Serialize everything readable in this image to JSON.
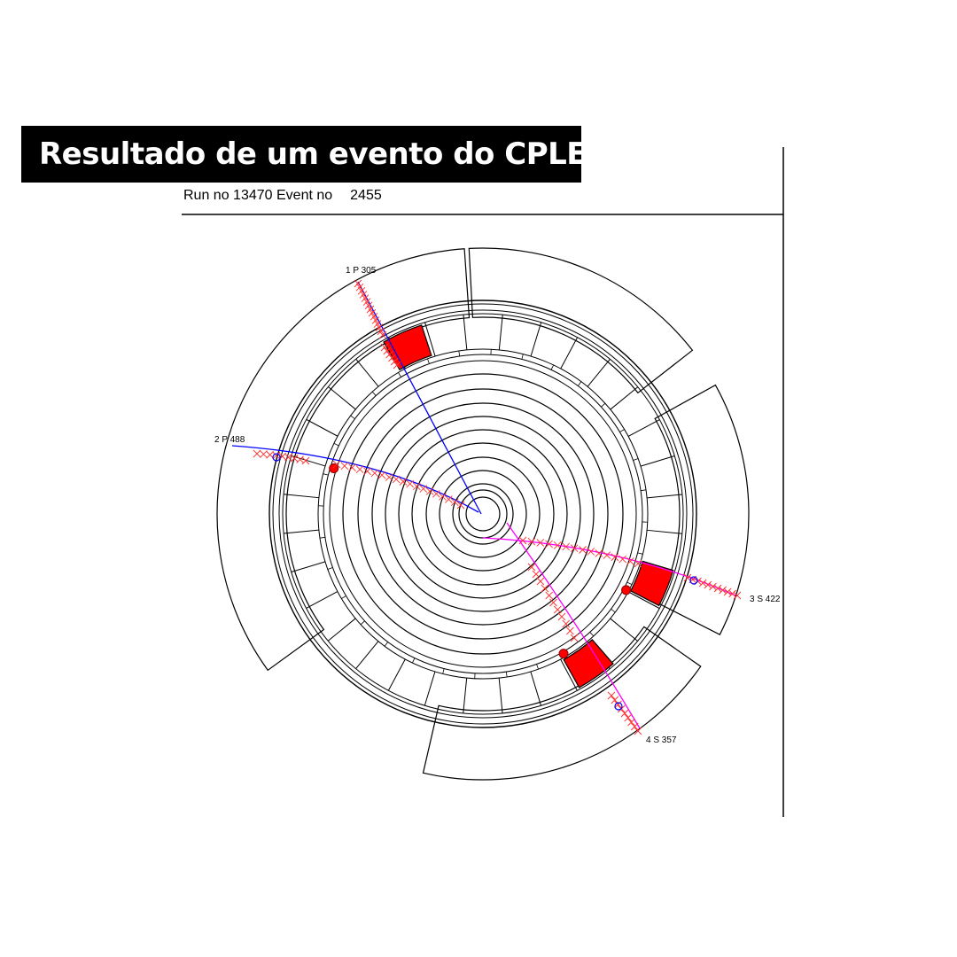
{
  "title": "Resultado de um evento do CPLEAR",
  "run_info": {
    "run_label": "Run no",
    "run_number": "13470",
    "event_label": "Event no",
    "event_number": "2455"
  },
  "tracks": [
    {
      "id": "track-1",
      "label": "1 P 305",
      "color": "#0000ff",
      "angle_deg": 114
    },
    {
      "id": "track-2",
      "label": "2 P 488",
      "color": "#0000ff",
      "angle_deg": 163
    },
    {
      "id": "track-3",
      "label": "3 S 422",
      "color": "#ff00ff",
      "angle_deg": 338
    },
    {
      "id": "track-4",
      "label": "4 S 357",
      "color": "#ff00ff",
      "angle_deg": 305
    }
  ],
  "colors": {
    "background": "#ffffff",
    "title_bg": "#000000",
    "title_text": "#ffffff",
    "hit_block": "#ff0000",
    "positive_track": "#0000ff",
    "negative_track": "#ff00ff",
    "detector_lines": "#000000"
  }
}
